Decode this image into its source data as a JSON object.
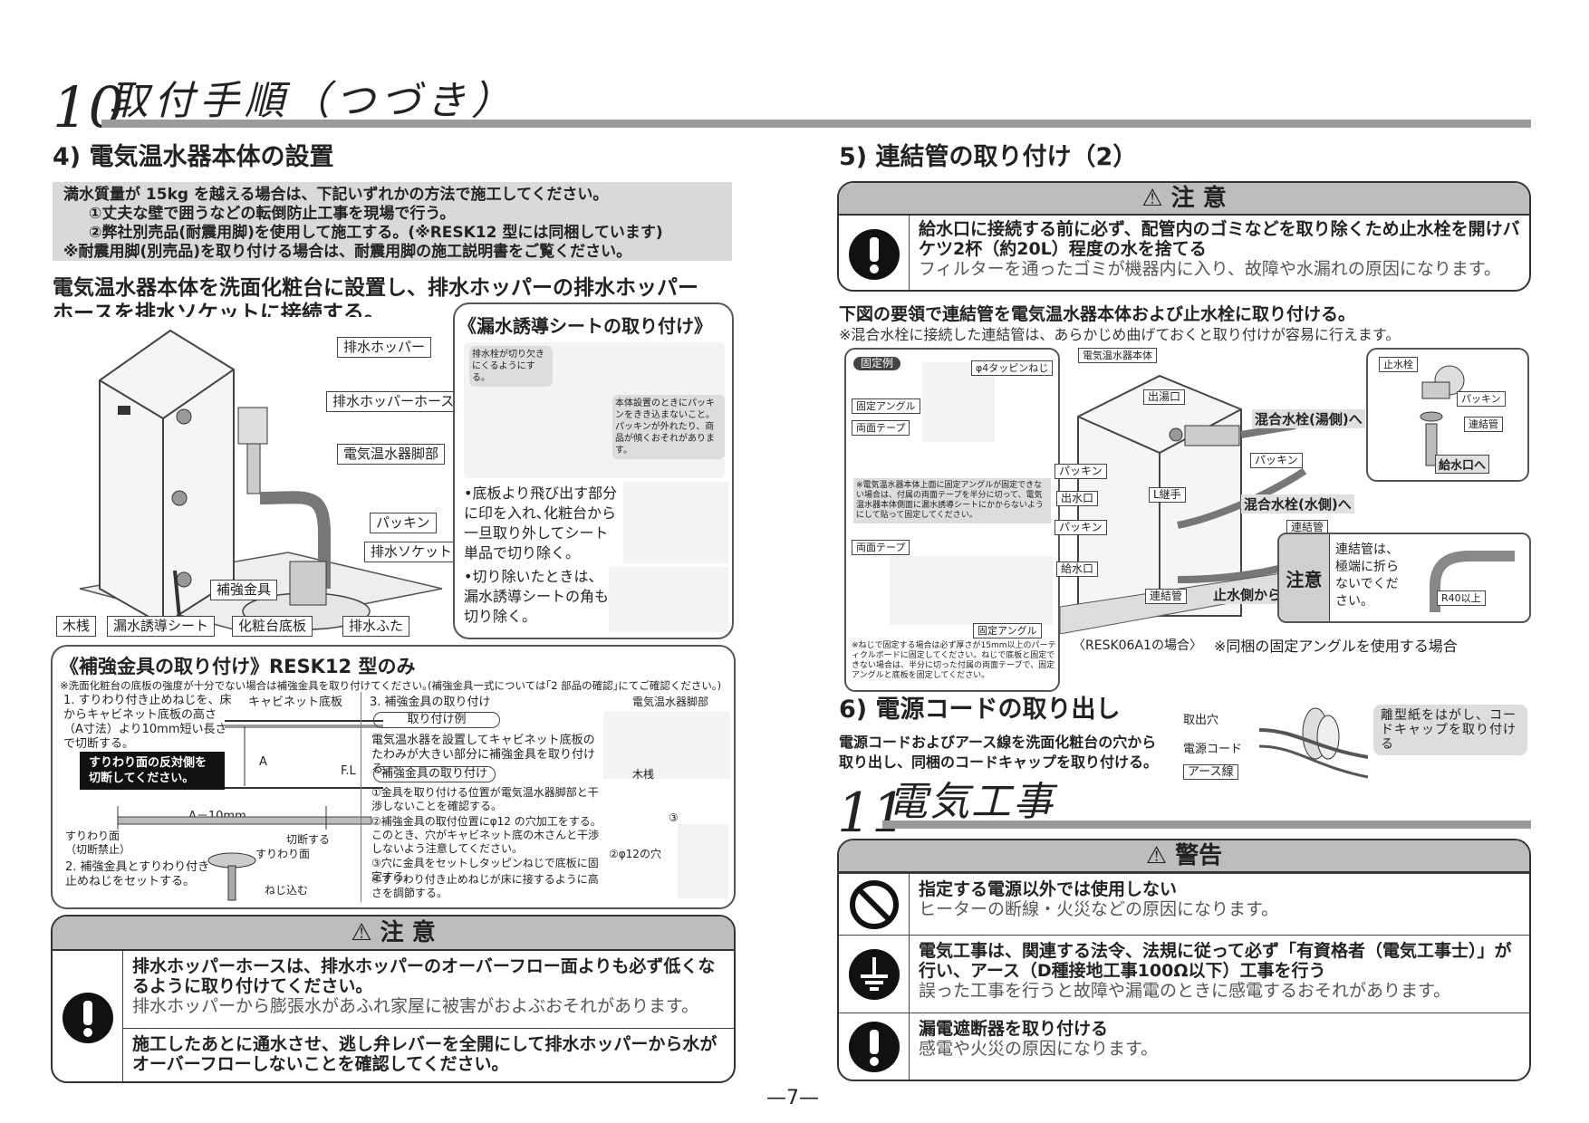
{
  "sec10": {
    "num": "10",
    "title": "取付手順（つづき）"
  },
  "s4": {
    "heading": "4) 電気温水器本体の設置",
    "note": {
      "l1": "満水質量が 15kg を越える場合は、下記いずれかの方法で施工してください。",
      "l2": "①丈夫な壁で囲うなどの転倒防止工事を現場で行う。",
      "l3": "②弊社別売品(耐震用脚)を使用して施工する。(※RESK12 型には同梱しています)",
      "l4": "※耐震用脚(別売品)を取り付ける場合は、耐震用脚の施工説明書をご覧ください。"
    },
    "instr1": "電気温水器本体を洗面化粧台に設置し、排水ホッパーの排水ホッパー",
    "instr2": "ホースを排水ソケットに接続する。",
    "labels": {
      "hopper": "排水ホッパー",
      "hose": "排水ホッパーホース",
      "leg": "電気温水器脚部",
      "packing": "パッキン",
      "socket": "排水ソケット",
      "bracket": "補強金具",
      "wood": "木桟",
      "sheet": "漏水誘導シート",
      "base": "化粧台底板",
      "cap": "排水ふた"
    },
    "sheet_box": {
      "title": "《漏水誘導シートの取り付け》",
      "callout1": "排水栓が切り欠きにくるようにする。",
      "callout2": "本体設置のときにパッキンをきき込まないこと。パッキンが外れたり、商品が傾くおそれがあります。",
      "b1": "•底板より飛び出す部分に印を入れ､化粧台から一旦取り外してシート単品で切り除く。",
      "b2": "•切り除いたときは、漏水誘導シートの角も切り除く。"
    },
    "bracket_box": {
      "title": "《補強金具の取り付け》RESK12 型のみ",
      "note": "※洗面化粧台の底板の強度が十分でない場合は補強金具を取り付けてください｡(補強金具一式については｢2 部品の確認｣にてご確認ください｡)",
      "step1": "1. すりわり付き止めねじを、床からキャビネット底板の高さ（A寸法）より10mm短い長さで切断する。",
      "cab_bottom": "キャビネット底板",
      "a_label": "A",
      "fl_label": "F.L",
      "black_label": "すりわり面の反対側を切断してください。",
      "dim": "A－10mm",
      "slot_face": "すりわり面（切断禁止）",
      "cut": "切断する",
      "slot_face2": "すりわり面",
      "screw_in": "ねじ込む",
      "step2": "2. 補強金具とすりわり付き止めねじをセットする。",
      "step3": "3. 補強金具の取り付け",
      "ex_tag": "取り付け例",
      "step3_text": "電気温水器を設置してキャビネット底板のたわみが大きい部分に補強金具を取り付ける。",
      "sub_tag": "補強金具の取り付け",
      "i1": "①金具を取り付ける位置が電気温水器脚部と干渉しないことを確認する。",
      "i2": "②補強金具の取付位置にφ12 の穴加工をする。このとき、穴がキャビネット底の木さんと干渉しないよう注意してください。",
      "i3": "③穴に金具をセットしタッピンねじで底板に固定する。",
      "i4": "④すりわり付き止めねじが床に接するように高さを調節する。",
      "leg_lbl": "電気温水器脚部",
      "wood_lbl": "木桟",
      "hole_lbl": "②φ12の穴",
      "num3": "③"
    },
    "caution": {
      "head": "注 意",
      "r1b": "排水ホッパーホースは、排水ホッパーのオーバーフロー面よりも必ず低くなるように取り付けてください。",
      "r1n": "排水ホッパーから膨張水があふれ家屋に被害がおよぶおそれがあります。",
      "r2b": "施工したあとに通水させ、逃し弁レバーを全開にして排水ホッパーから水がオーバーフローしないことを確認してください。"
    }
  },
  "s5": {
    "heading": "5) 連結管の取り付け（2）",
    "caution": {
      "head": "注 意",
      "b": "給水口に接続する前に必ず、配管内のゴミなどを取り除くため止水栓を開けバケツ2杯（約20L）程度の水を捨てる",
      "n": "フィルターを通ったゴミが機器内に入り、故障や水漏れの原因になります。"
    },
    "instr1": "下図の要領で連結管を電気温水器本体および止水栓に取り付ける。",
    "instr2": "※混合水栓に接続した連結管は、あらかじめ曲げておくと取り付けが容易に行えます。",
    "fix": {
      "tag": "固定例",
      "screw": "φ4タッピンねじ",
      "angle": "固定アングル",
      "tape": "両面テープ",
      "note": "※電気温水器本体上面に固定アングルが固定できない場合は、付属の両面テープを半分に切って、電気温水器本体側面に漏水誘導シートにかからないようにして貼って固定してください。",
      "tape2": "両面テープ",
      "angle2": "固定アングル",
      "foot": "※ねじで固定する場合は必ず厚さが15mm以上のパーティクルボードに固定してください。ねじで底板と固定できない場合は、半分に切った付属の両面テープで、固定アングルと底板を固定してください。"
    },
    "labels": {
      "body": "電気温水器本体",
      "outlet": "出湯口",
      "mixer_hot": "混合水栓(湯側)へ",
      "packing1": "パッキン",
      "packing2": "パッキン",
      "water_out": "出水口",
      "lfit": "L継手",
      "mixer_cold": "混合水栓(水側)へ",
      "pipe": "連結管",
      "packing3": "パッキン",
      "inlet": "給水口",
      "pipe2": "連結管",
      "from_water": "止水側から"
    },
    "valve": {
      "stop": "止水栓",
      "packing": "パッキン",
      "pipe": "連結管",
      "to_inlet": "給水口へ"
    },
    "note_box": {
      "tag": "注意",
      "text": "連結管は、極端に折らないでください。",
      "r40": "R40以上"
    },
    "caption1": "〈RESK06A1の場合〉",
    "caption2": "※同梱の固定アングルを使用する場合"
  },
  "s6": {
    "heading": "6) 電源コードの取り出し",
    "text1": "電源コードおよびアース線を洗面化粧台の穴から",
    "text2": "取り出し、同梱のコードキャップを取り付ける。",
    "hole": "取出穴",
    "cord": "電源コード",
    "earth": "アース線",
    "callout": "離型紙をはがし、コードキャップを取り付ける"
  },
  "sec11": {
    "num": "11",
    "title": "電気工事"
  },
  "warning": {
    "head": "警告",
    "r1b": "指定する電源以外では使用しない",
    "r1n": "ヒーターの断線・火災などの原因になります。",
    "r2b": "電気工事は、関連する法令、法規に従って必ず「有資格者（電気工事士）」が行い、アース（D種接地工事100Ω以下）工事を行う",
    "r2n": "誤った工事を行うと故障や漏電のときに感電するおそれがあります。",
    "r3b": "漏電遮断器を取り付ける",
    "r3n": "感電や火災の原因になります。"
  },
  "page": "—7—",
  "icons": [
    "warning-triangle-icon",
    "exclamation-icon",
    "prohibition-icon",
    "ground-icon"
  ]
}
